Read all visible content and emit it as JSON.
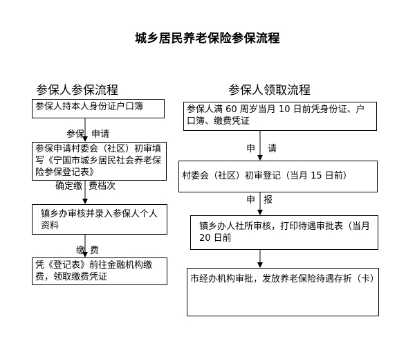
{
  "title": "城乡居民养老保险参保流程",
  "left": {
    "heading": "参保人参保流程",
    "box1": "参保人持本人身份证户口簿",
    "label1a": "参保",
    "label1b": "申请",
    "box2": "参保申请村委会（社区）初审填写《宁国市城乡居民社会养老保险参保登记表》",
    "label2a": "确定缴",
    "label2b": "费档次",
    "box3": "镇乡办审核并录入参保人个人资料",
    "label3a": "缴",
    "label3b": "费",
    "box4": "凭《登记表》前往金融机构缴费，领取缴费凭证"
  },
  "right": {
    "heading": "参保人领取流程",
    "box1": "参保人满 60 周岁当月 10 日前凭身份证、户口簿、缴费凭证",
    "label1a": "申",
    "label1b": "请",
    "box2": "村委会（社区）初审登记（当月 15 日前）",
    "label2a": "申",
    "label2b": "报",
    "box3": "镇乡办人社所审核，打印待遇审批表（当月 20 日前",
    "box4": "市经办机构审批，发放养老保险待遇存折（卡）"
  }
}
